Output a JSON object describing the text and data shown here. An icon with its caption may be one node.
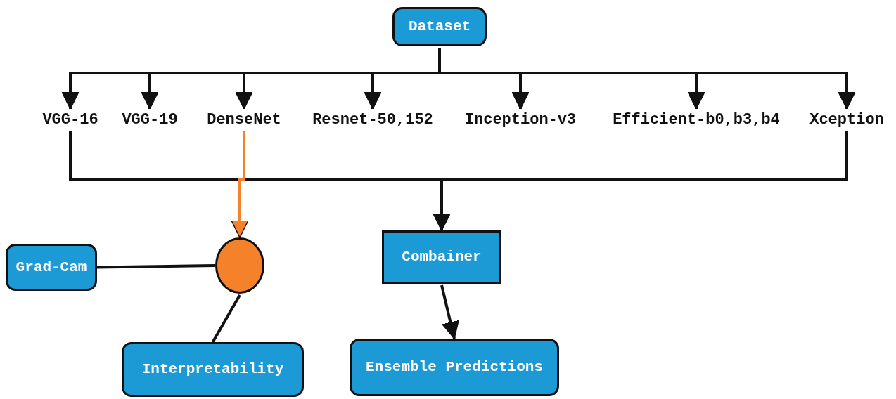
{
  "diagram": {
    "nodes": [
      {
        "text": [
          "Dataset"
        ]
      },
      {
        "text": [
          "VGG-16"
        ]
      },
      {
        "text": [
          "VGG-19"
        ]
      },
      {
        "text": [
          "DenseNet"
        ]
      },
      {
        "text": [
          "Resnet-50,152"
        ]
      },
      {
        "text": [
          "Inception-v3"
        ]
      },
      {
        "text": [
          "Efficient-b0,b3,b4"
        ]
      },
      {
        "text": [
          "Xception"
        ]
      },
      {
        "text": [
          "Combainer"
        ]
      },
      {
        "text": [
          "Ensemble Predictions"
        ]
      },
      {
        "text": [
          "Grad-Cam"
        ]
      },
      {
        "text": [],
        "shape": "circle"
      },
      {
        "text": [
          "Interpretability"
        ]
      }
    ],
    "edges": [
      {
        "from": 0,
        "to": 1,
        "arrow": "to"
      },
      {
        "from": 0,
        "to": 2,
        "arrow": "to"
      },
      {
        "from": 0,
        "to": 3,
        "arrow": "to"
      },
      {
        "from": 0,
        "to": 4,
        "arrow": "to"
      },
      {
        "from": 0,
        "to": 5,
        "arrow": "to"
      },
      {
        "from": 0,
        "to": 6,
        "arrow": "to"
      },
      {
        "from": 0,
        "to": 7,
        "arrow": "to"
      },
      {
        "from": 1,
        "to": 8,
        "arrow": "to"
      },
      {
        "from": 7,
        "to": 8,
        "arrow": "to"
      },
      {
        "from": 3,
        "to": 11,
        "arrow": "to",
        "color": "#f5822a"
      },
      {
        "from": 8,
        "to": 9,
        "arrow": "to"
      },
      {
        "from": 10,
        "to": 11,
        "arrow": "none"
      },
      {
        "from": 11,
        "to": 12,
        "arrow": "none"
      }
    ]
  }
}
